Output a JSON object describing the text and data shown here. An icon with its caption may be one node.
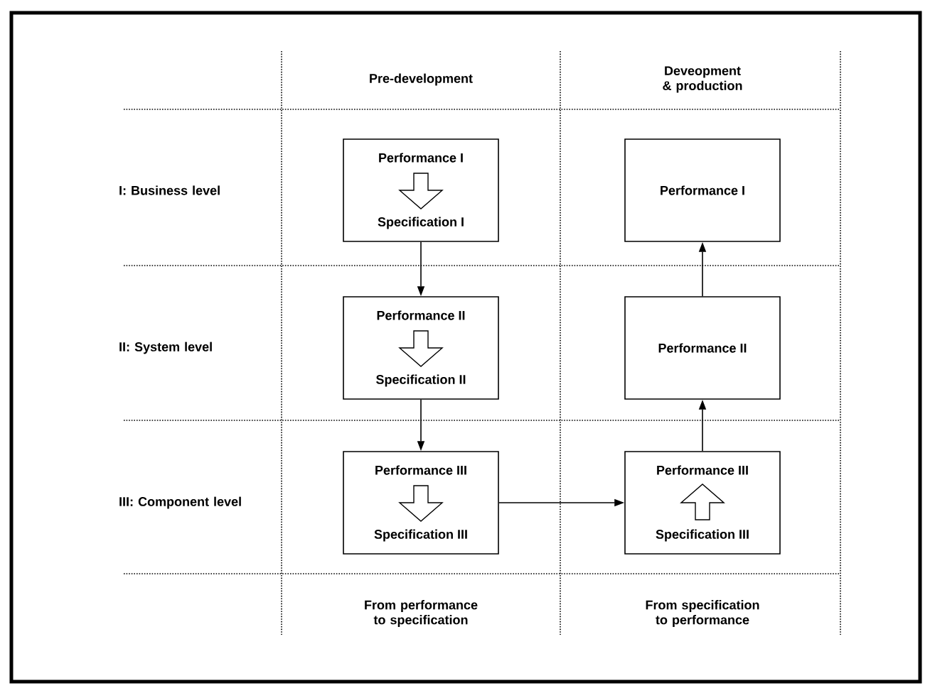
{
  "diagram": {
    "nodes": [
      {
        "text": [
          "Performance I",
          "Specification I"
        ]
      },
      {
        "text": [
          "Performance I"
        ]
      },
      {
        "text": [
          "Performance II",
          "Specification II"
        ]
      },
      {
        "text": [
          "Performance II"
        ]
      },
      {
        "text": [
          "Performance III",
          "Specification III"
        ]
      },
      {
        "text": [
          "Performance III",
          "Specification III"
        ]
      }
    ],
    "edges": [
      {
        "from": 0,
        "to": 2,
        "arrow": "to"
      },
      {
        "from": 2,
        "to": 4,
        "arrow": "to"
      },
      {
        "from": 4,
        "to": 5,
        "arrow": "to"
      },
      {
        "from": 5,
        "to": 3,
        "arrow": "to"
      },
      {
        "from": 3,
        "to": 1,
        "arrow": "to"
      }
    ],
    "labels": [
      "Pre-development",
      "Deveopment & production",
      "I: Business level",
      "II: System level",
      "III: Component level",
      "From performance to specification",
      "From specification to performance"
    ]
  }
}
